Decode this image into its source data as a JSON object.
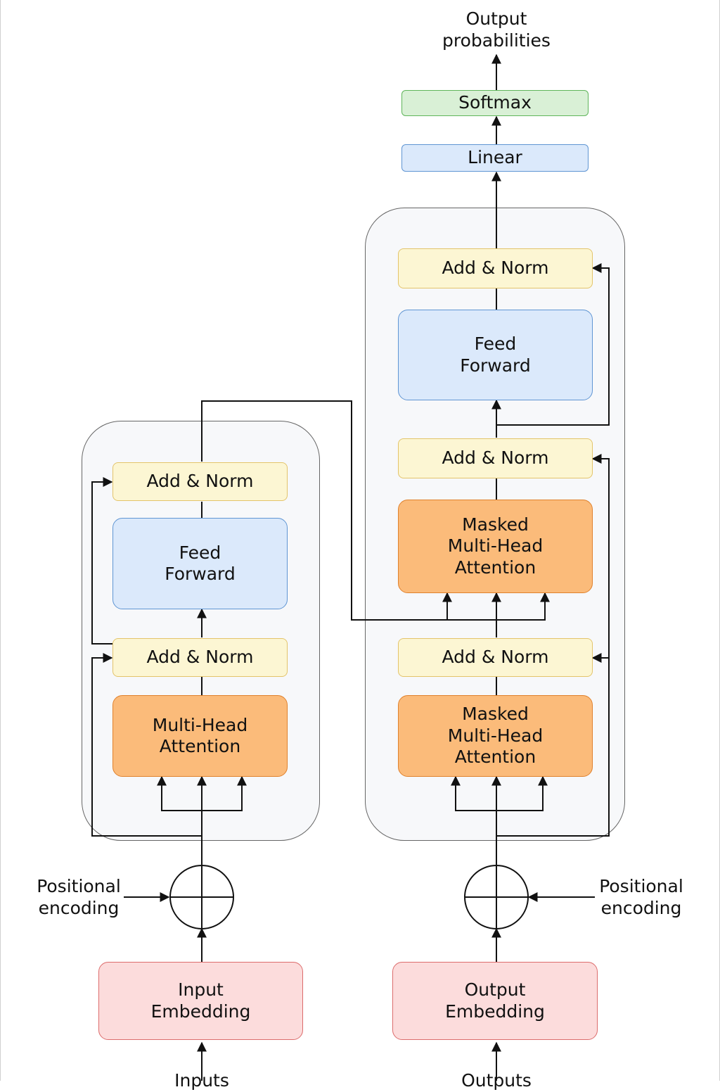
{
  "encoder": {
    "add_norm_top": "Add & Norm",
    "feed_forward": "Feed\nForward",
    "add_norm_bottom": "Add & Norm",
    "attention": "Multi-Head\nAttention",
    "embedding": "Input\nEmbedding",
    "positional_encoding": "Positional\nencoding",
    "input_label": "Inputs"
  },
  "decoder": {
    "add_norm_top": "Add & Norm",
    "feed_forward": "Feed\nForward",
    "add_norm_middle": "Add & Norm",
    "cross_attention": "Masked\nMulti-Head\nAttention",
    "add_norm_bottom": "Add & Norm",
    "masked_attention": "Masked\nMulti-Head\nAttention",
    "embedding": "Output\nEmbedding",
    "positional_encoding": "Positional\nencoding",
    "output_label": "Outputs"
  },
  "head": {
    "linear": "Linear",
    "softmax": "Softmax",
    "output_probabilities": "Output\nprobabilities"
  }
}
